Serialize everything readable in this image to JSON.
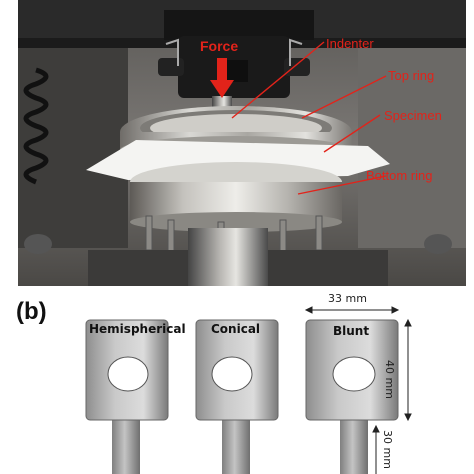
{
  "panel_a": {
    "labels": {
      "force": "Force",
      "indenter": "Indenter",
      "top_ring": "Top ring",
      "specimen": "Specimen",
      "bottom_ring": "Bottom ring"
    },
    "colors": {
      "annotation": "#e2231a"
    }
  },
  "panel_b": {
    "label": "(b)",
    "tips": [
      "Hemispherical",
      "Conical",
      "Blunt"
    ],
    "dimensions": {
      "width": "33 mm",
      "height": "40 mm",
      "rod": "30 mm"
    }
  }
}
